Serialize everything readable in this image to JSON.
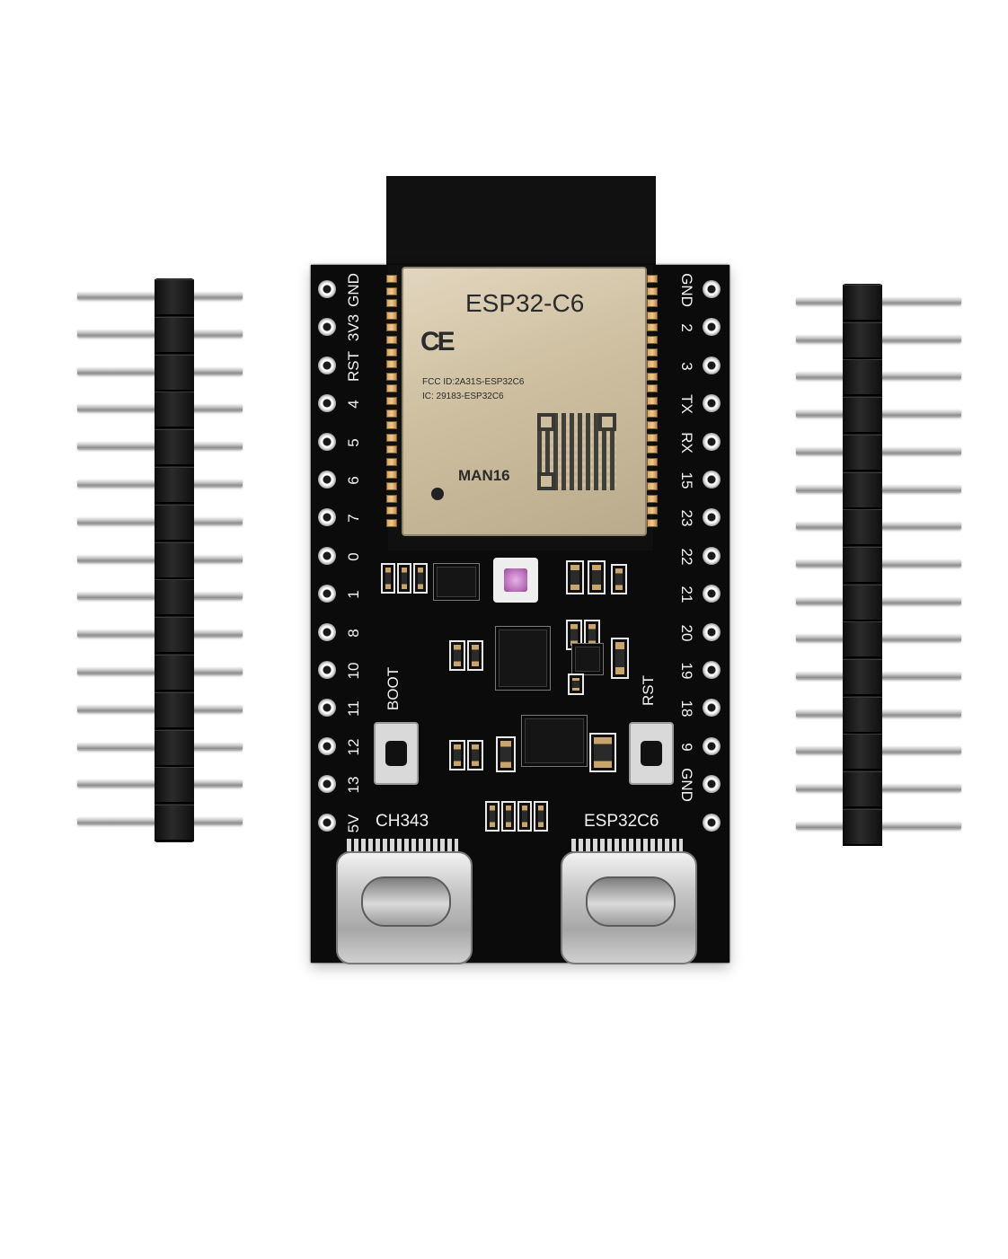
{
  "module": {
    "title": "ESP32-C6",
    "ce_mark": "CE",
    "fcc_id": "FCC ID:2A31S-ESP32C6",
    "ic_id": "IC: 29183-ESP32C6",
    "model": "MAN16"
  },
  "silkscreen": {
    "left_pins": [
      "GND",
      "3V3",
      "RST",
      "4",
      "5",
      "6",
      "7",
      "0",
      "1",
      "8",
      "10",
      "11",
      "12",
      "13",
      "5V"
    ],
    "right_pins": [
      "GND",
      "2",
      "3",
      "TX",
      "RX",
      "15",
      "23",
      "22",
      "21",
      "20",
      "19",
      "18",
      "9",
      "GND"
    ],
    "boot_label": "BOOT",
    "rst_label": "RST",
    "usb_left_label": "CH343",
    "usb_right_label": "ESP32C6"
  },
  "colors": {
    "pcb": "#0b0b0b",
    "shield": "#cdbf9f",
    "silkscreen": "#f2f2f2",
    "pins": "#c9c9c9"
  }
}
